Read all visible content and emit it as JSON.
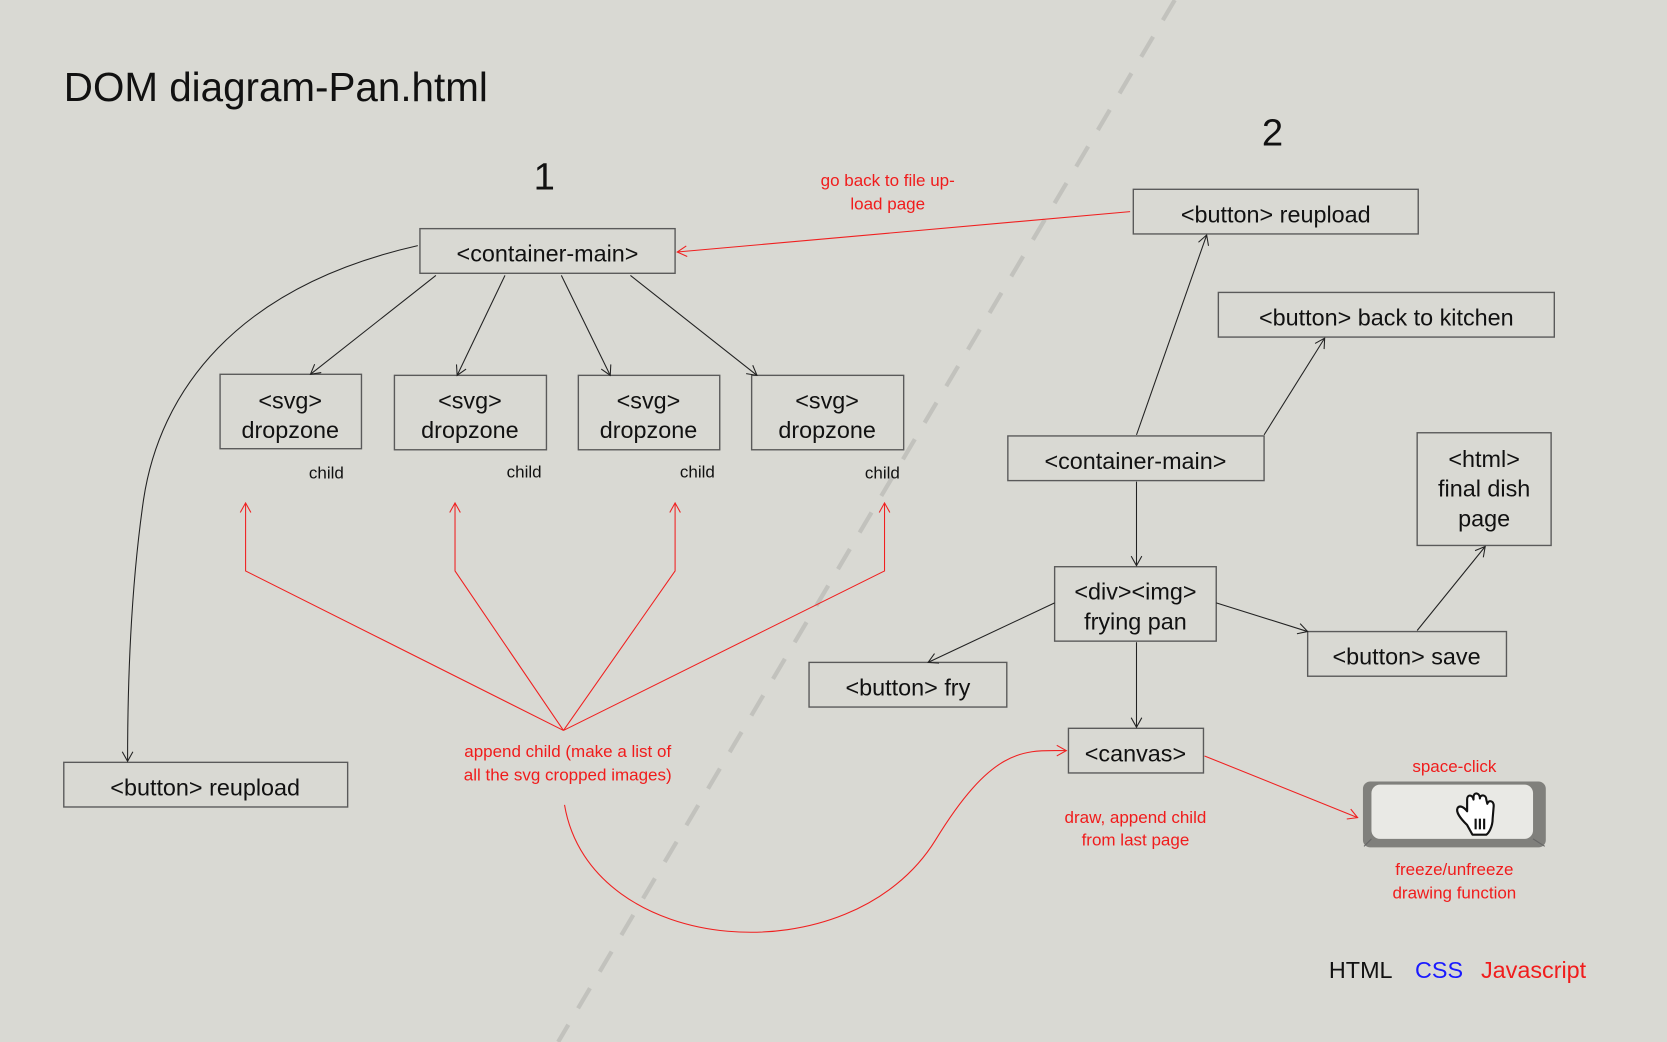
{
  "title": "DOM diagram-Pan.html",
  "sections": {
    "one": "1",
    "two": "2"
  },
  "page1": {
    "container_main": "<container-main>",
    "dropzones": [
      {
        "line1": "<svg>",
        "line2": "dropzone",
        "child": "child"
      },
      {
        "line1": "<svg>",
        "line2": "dropzone",
        "child": "child"
      },
      {
        "line1": "<svg>",
        "line2": "dropzone",
        "child": "child"
      },
      {
        "line1": "<svg>",
        "line2": "dropzone",
        "child": "child"
      }
    ],
    "reupload": "<button> reupload",
    "append_note": [
      "append child (make a list of",
      "all the svg cropped images)"
    ]
  },
  "page2": {
    "reupload": "<button> reupload",
    "back_to_kitchen": "<button> back to kitchen",
    "container_main": "<container-main>",
    "final_dish": [
      "<html>",
      "final dish",
      "page"
    ],
    "frying_pan": [
      "<div><img>",
      "frying pan"
    ],
    "save": "<button> save",
    "fry": "<button> fry",
    "canvas": "<canvas>",
    "go_back_note": [
      "go back to file up-",
      "load page"
    ],
    "draw_note": [
      "draw, append child",
      "from last page"
    ],
    "space_click": "space-click",
    "freeze_note": [
      "freeze/unfreeze",
      "drawing function"
    ]
  },
  "legend": {
    "html": "HTML",
    "css": "CSS",
    "js": "Javascript"
  },
  "colors": {
    "html": "#111111",
    "css": "#1a1aff",
    "js": "#f01c1c",
    "background": "#d9d9d3"
  }
}
